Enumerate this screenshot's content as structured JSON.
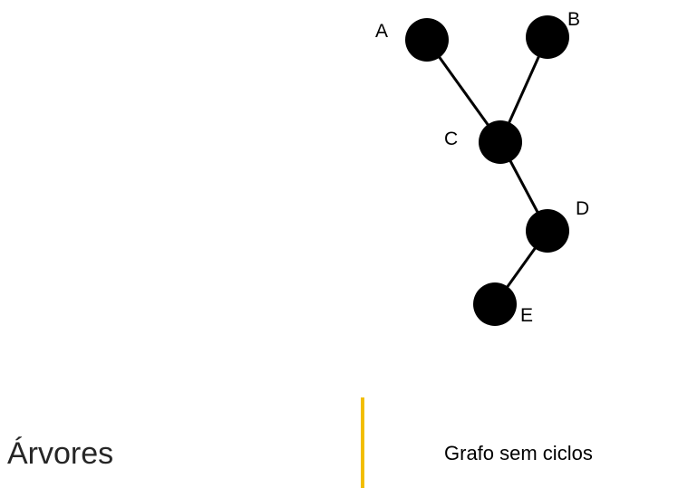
{
  "diagram": {
    "nodes": [
      {
        "id": "A",
        "label": "A"
      },
      {
        "id": "B",
        "label": "B"
      },
      {
        "id": "C",
        "label": "C"
      },
      {
        "id": "D",
        "label": "D"
      },
      {
        "id": "E",
        "label": "E"
      }
    ],
    "edges": [
      {
        "from": "A",
        "to": "C"
      },
      {
        "from": "B",
        "to": "C"
      },
      {
        "from": "C",
        "to": "D"
      },
      {
        "from": "D",
        "to": "E"
      }
    ],
    "node_color": "#000000",
    "edge_color": "#000000"
  },
  "slide": {
    "title": "Árvores",
    "caption": "Grafo sem ciclos",
    "accent_color": "#f2be00"
  }
}
